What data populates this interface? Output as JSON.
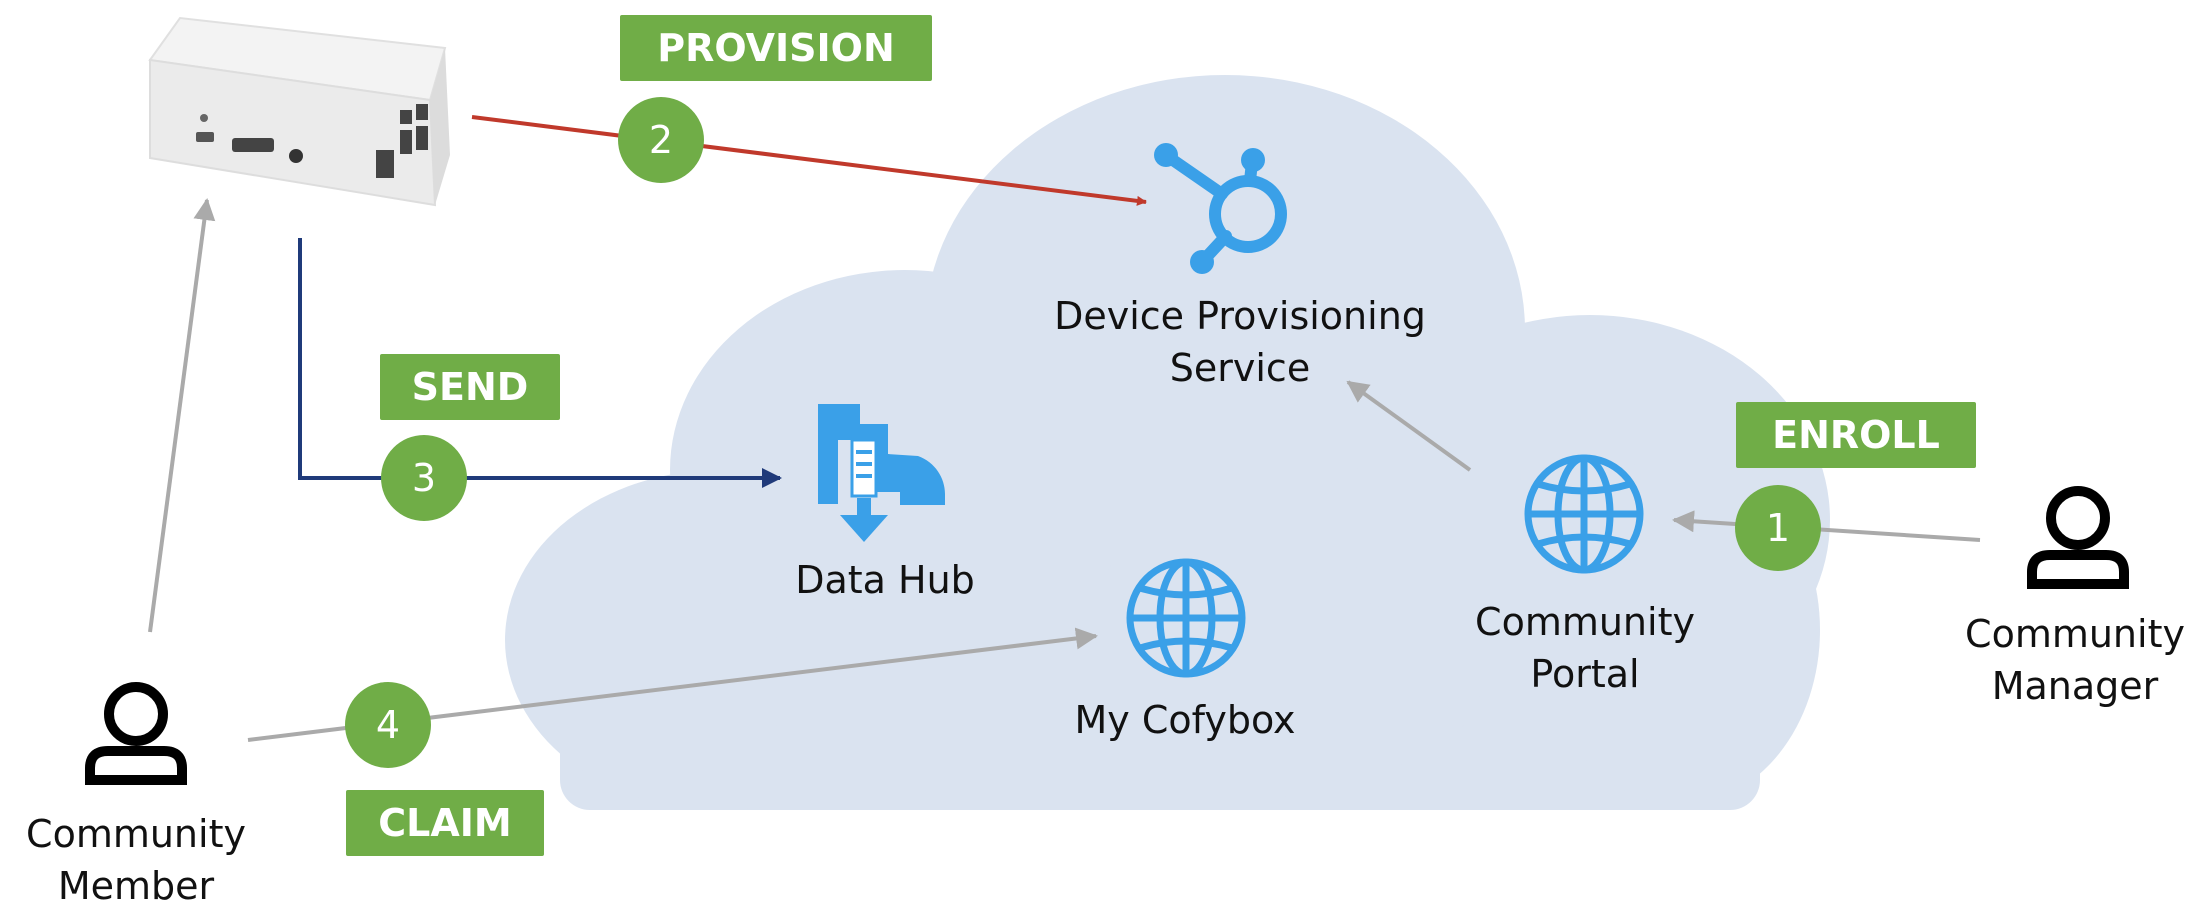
{
  "nodes": {
    "dps": {
      "line1": "Device Provisioning",
      "line2": "Service",
      "icon": "hub-icon"
    },
    "data_hub": {
      "label": "Data Hub",
      "icon": "data-download-icon"
    },
    "my_cofybox": {
      "label": "My Cofybox",
      "icon": "globe-icon"
    },
    "community_portal": {
      "line1": "Community",
      "line2": "Portal",
      "icon": "globe-icon"
    },
    "community_manager": {
      "line1": "Community",
      "line2": "Manager",
      "icon": "person-icon"
    },
    "community_member": {
      "line1": "Community",
      "line2": "Member",
      "icon": "person-icon"
    },
    "device": {
      "icon": "device-box-icon"
    }
  },
  "steps": [
    {
      "number": "1",
      "label": "ENROLL"
    },
    {
      "number": "2",
      "label": "PROVISION"
    },
    {
      "number": "3",
      "label": "SEND"
    },
    {
      "number": "4",
      "label": "CLAIM"
    }
  ],
  "colors": {
    "cloud": "#dae3f0",
    "step_green": "#70ad47",
    "provision_arrow": "#c0392b",
    "send_arrow": "#1f3a7a",
    "gray_arrow": "#aaaaaa",
    "icon_blue": "#3aa0e8"
  }
}
